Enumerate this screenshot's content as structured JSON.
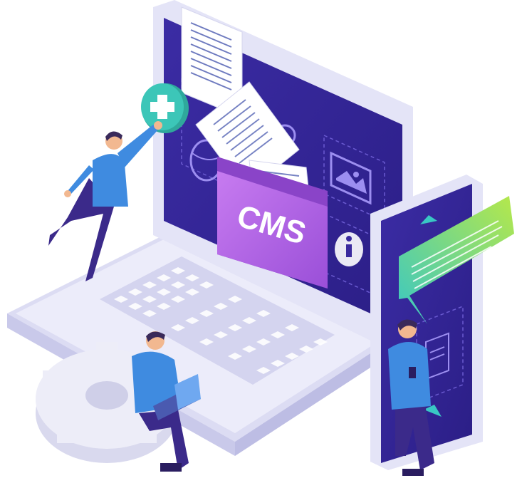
{
  "illustration": {
    "folder_label": "CMS",
    "colors": {
      "background": "#ffffff",
      "laptop_body": "#e9e9f8",
      "laptop_edge": "#cfcfee",
      "screen": "#3a2a9e",
      "screen_dark": "#2a1d80",
      "screen_dash": "#6a5ad0",
      "folder": "#a85ce0",
      "folder_front": "#c77bf0",
      "paper": "#ffffff",
      "phone_screen": "#3a2a9e",
      "speech_bubble_start": "#39c7c4",
      "speech_bubble_end": "#b6e84a",
      "plus_badge": "#3cc6b8",
      "shirt": "#3f8be0",
      "pants": "#3b2a8a",
      "skin": "#f2b890",
      "hair": "#3a2a5a",
      "gear": "#ebebf5"
    },
    "icons": [
      "plus-icon",
      "globe-icon",
      "image-icon",
      "info-icon",
      "document-icon",
      "triangle-up-icon",
      "triangle-down-icon",
      "gear-icon"
    ],
    "people": [
      "person-reaching",
      "person-sitting-with-laptop",
      "person-with-phone"
    ]
  }
}
